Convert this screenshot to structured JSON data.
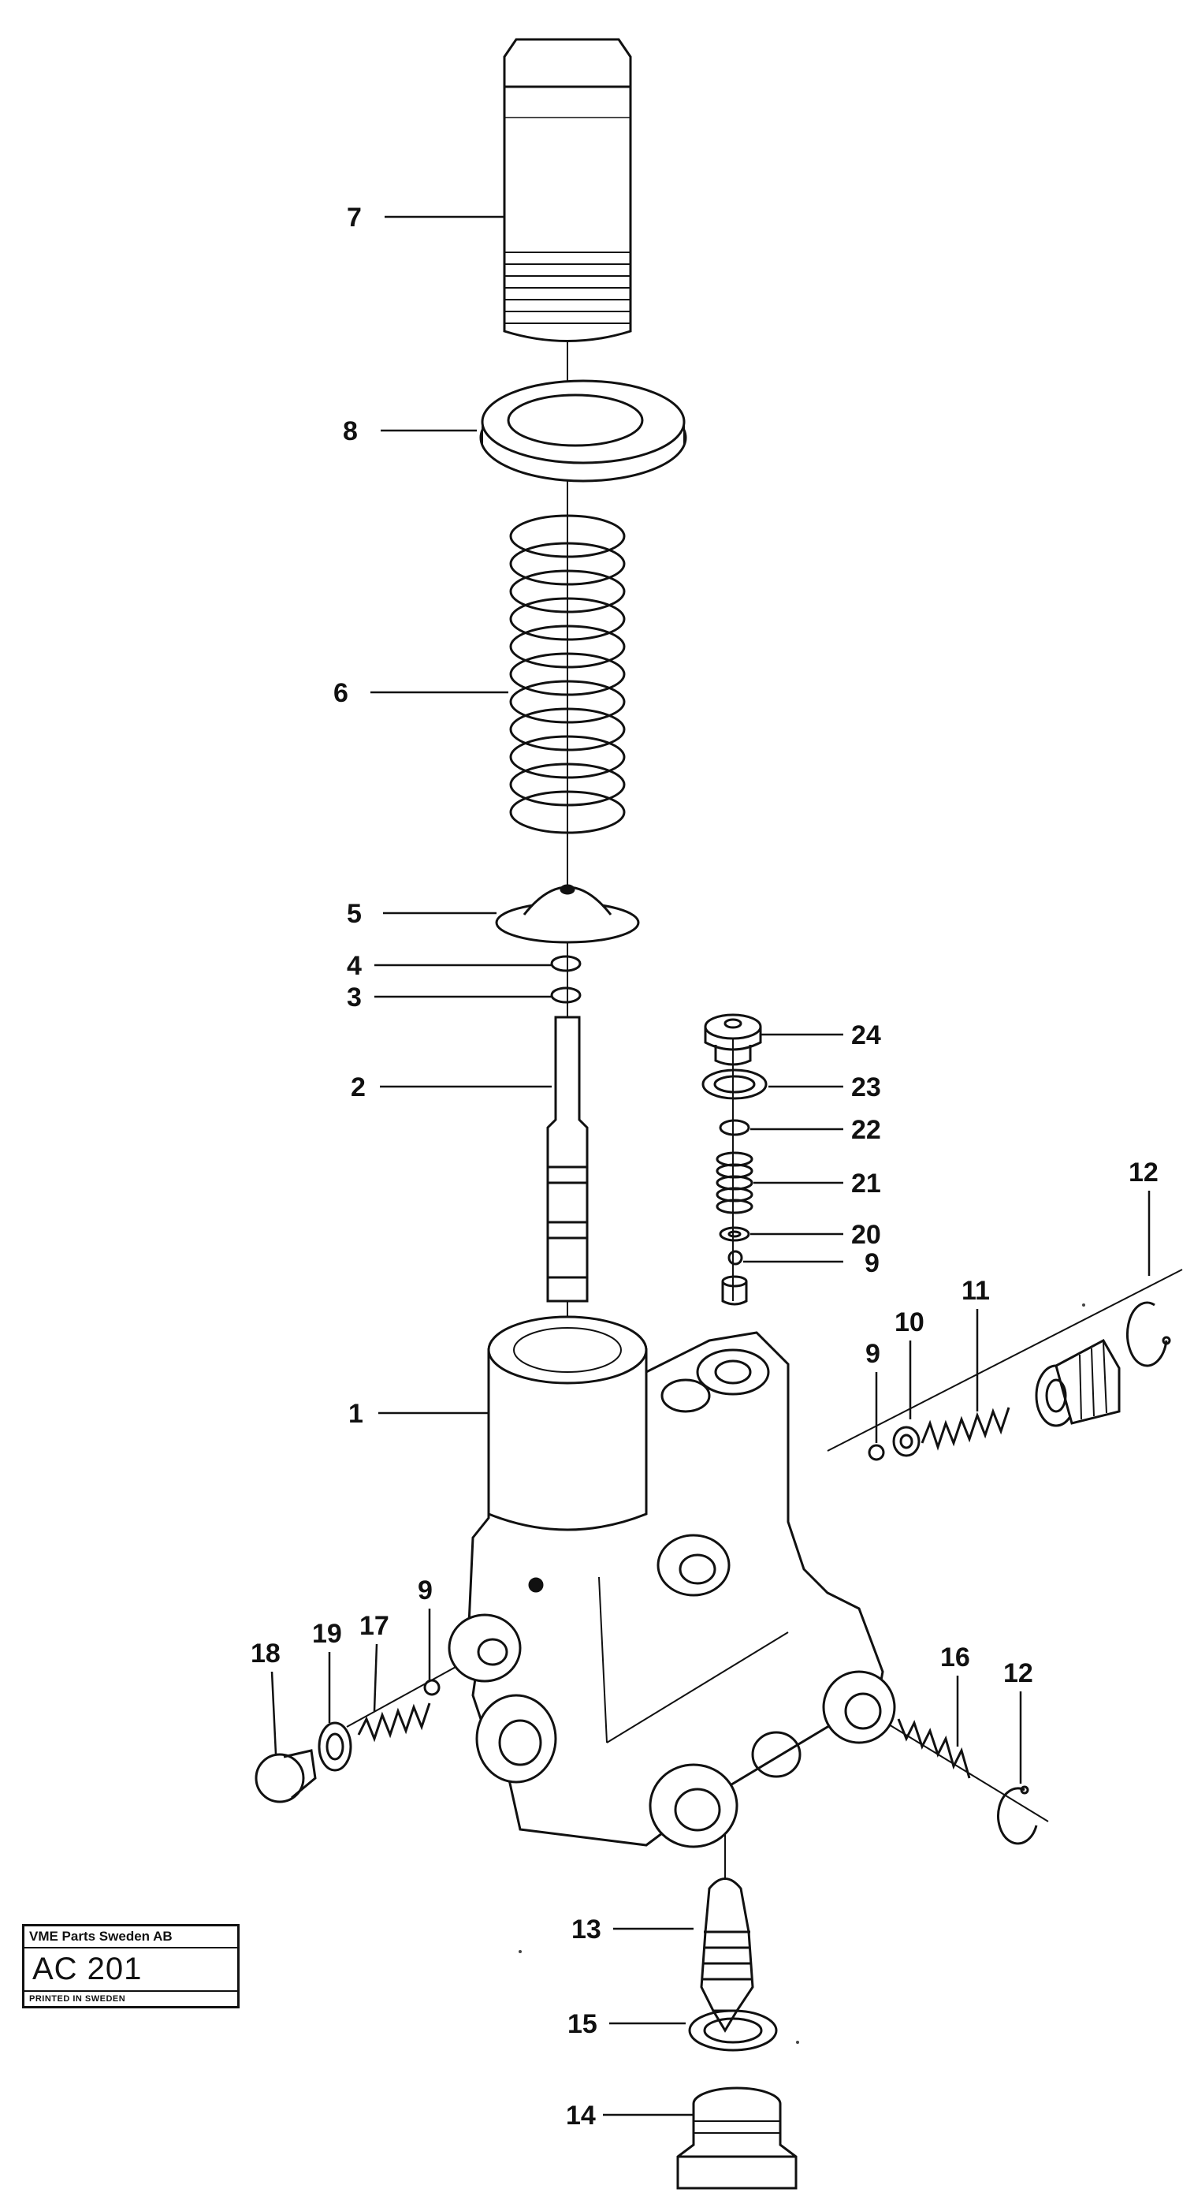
{
  "callouts": [
    {
      "id": "7",
      "text": "7"
    },
    {
      "id": "8",
      "text": "8"
    },
    {
      "id": "6",
      "text": "6"
    },
    {
      "id": "5",
      "text": "5"
    },
    {
      "id": "4",
      "text": "4"
    },
    {
      "id": "3",
      "text": "3"
    },
    {
      "id": "2",
      "text": "2"
    },
    {
      "id": "1",
      "text": "1"
    },
    {
      "id": "24",
      "text": "24"
    },
    {
      "id": "23",
      "text": "23"
    },
    {
      "id": "22",
      "text": "22"
    },
    {
      "id": "21",
      "text": "21"
    },
    {
      "id": "20",
      "text": "20"
    },
    {
      "id": "9a",
      "text": "9"
    },
    {
      "id": "9b",
      "text": "9"
    },
    {
      "id": "10",
      "text": "10"
    },
    {
      "id": "11",
      "text": "11"
    },
    {
      "id": "12a",
      "text": "12"
    },
    {
      "id": "9c",
      "text": "9"
    },
    {
      "id": "17",
      "text": "17"
    },
    {
      "id": "19",
      "text": "19"
    },
    {
      "id": "18",
      "text": "18"
    },
    {
      "id": "16",
      "text": "16"
    },
    {
      "id": "12b",
      "text": "12"
    },
    {
      "id": "13",
      "text": "13"
    },
    {
      "id": "15",
      "text": "15"
    },
    {
      "id": "14",
      "text": "14"
    }
  ],
  "stamp": {
    "company": "VME Parts Sweden AB",
    "code": "AC 201",
    "printed": "PRINTED IN SWEDEN"
  }
}
